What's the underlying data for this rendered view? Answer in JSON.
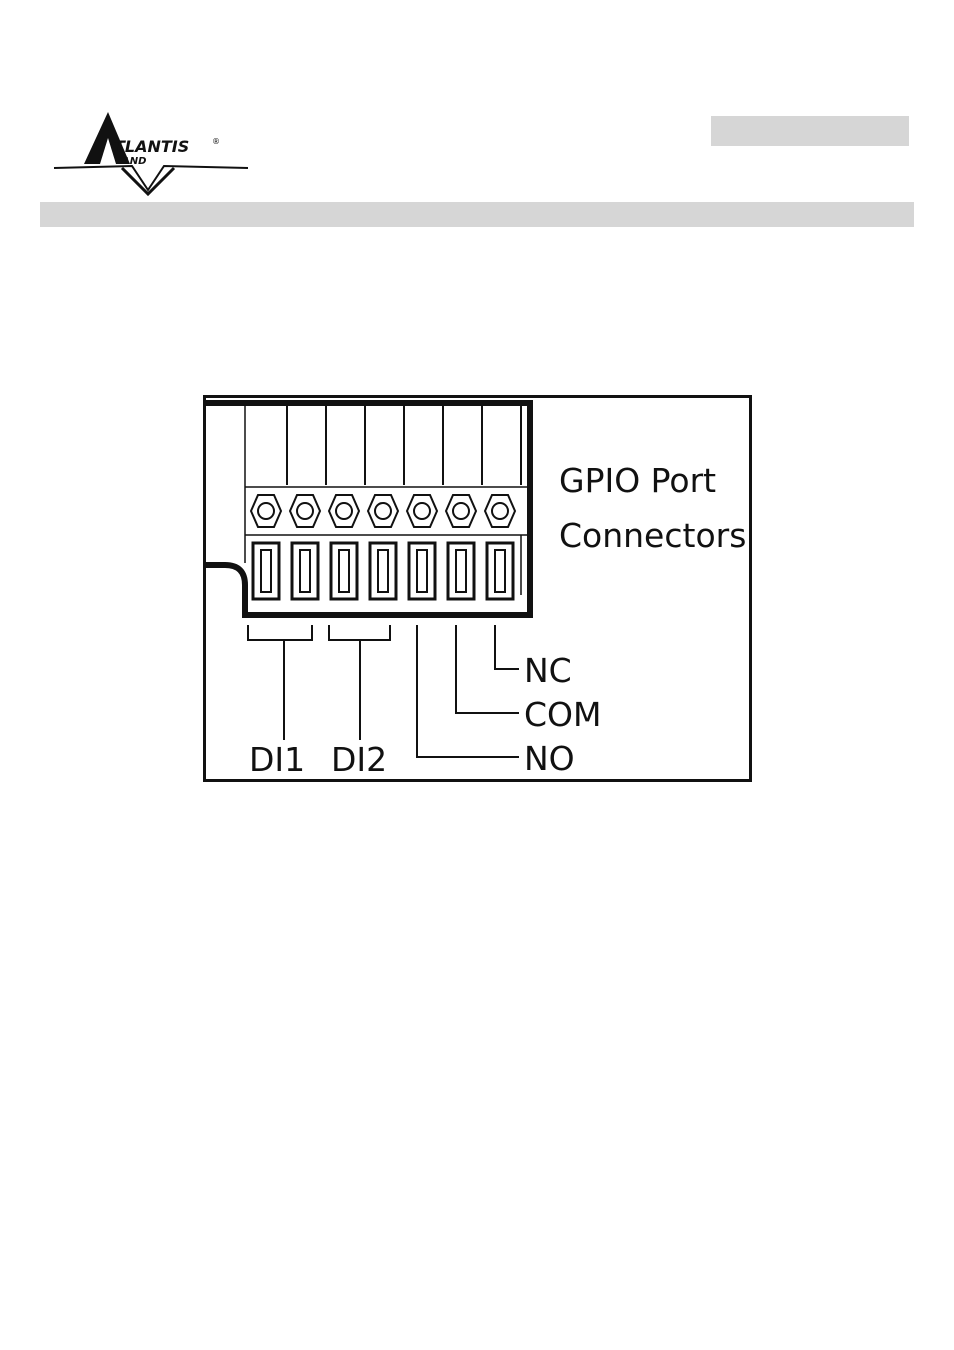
{
  "logo": {
    "brand": "ATLANTIS LAND",
    "mark": "®"
  },
  "diagram": {
    "title_line1": "GPIO Port",
    "title_line2": "Connectors",
    "labels": {
      "di1": "DI1",
      "di2": "DI2",
      "nc": "NC",
      "com": "COM",
      "no": "NO"
    }
  }
}
